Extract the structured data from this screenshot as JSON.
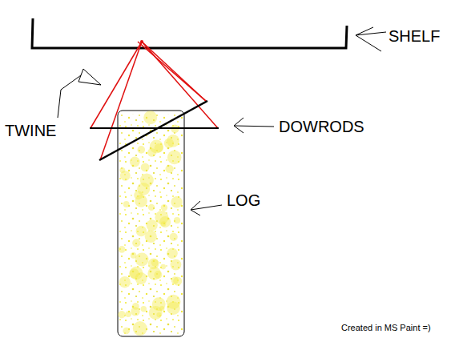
{
  "diagram": {
    "labels": [
      "SHELF",
      "TWINE",
      "DOWRODS",
      "LOG",
      "Created in MS Paint =)"
    ]
  }
}
